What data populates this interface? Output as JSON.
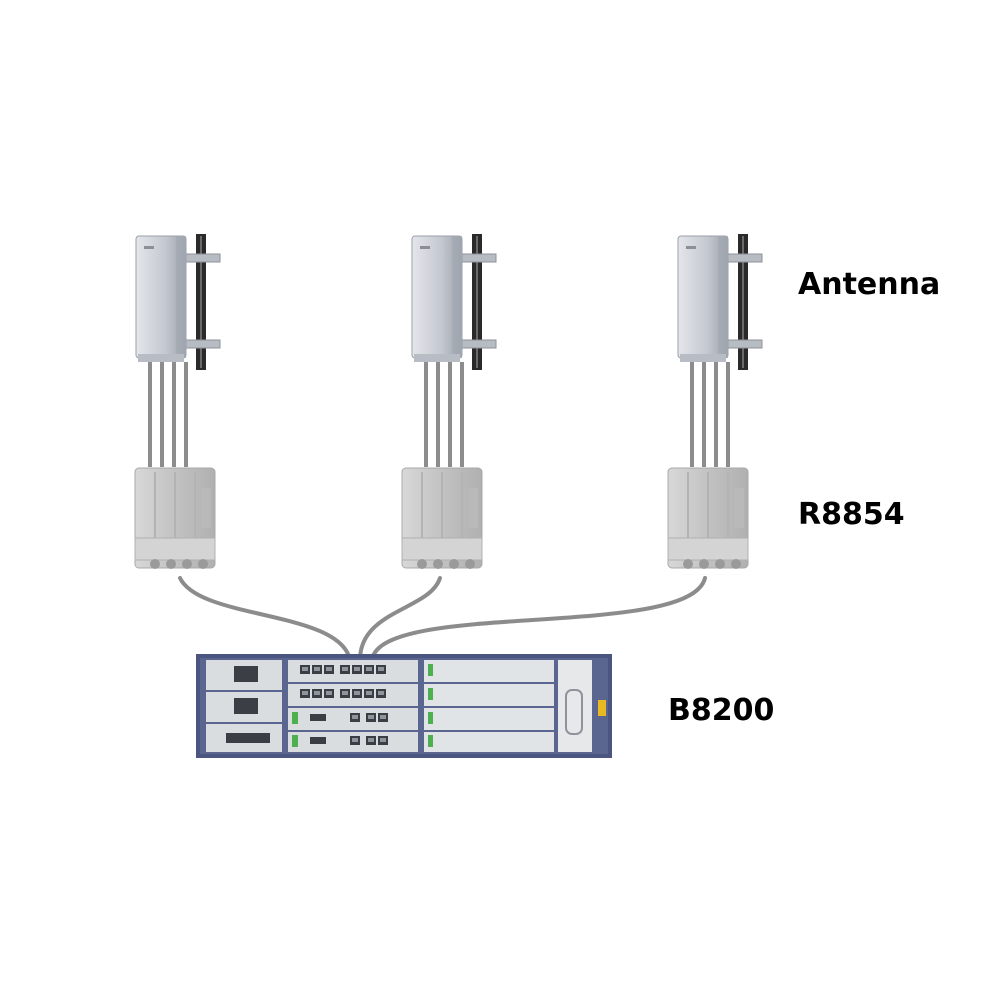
{
  "labels": {
    "antenna": "Antenna",
    "rru": "R8854",
    "bbu": "B8200"
  },
  "colors": {
    "antenna_body": "#c9ccd3",
    "antenna_shade": "#a3a8b1",
    "pole": "#2a2a2a",
    "rru_body": "#c8c8c8",
    "cable": "#8c8c8c",
    "bbu_frame": "#4a5580",
    "bbu_board": "#d9dde0",
    "port": "#3b3f45",
    "led_green": "#4caf50",
    "bbu_accent": "#e8b923"
  },
  "icons": {
    "antenna": "panel-antenna-icon",
    "rru": "remote-radio-unit-icon",
    "bbu": "baseband-unit-chassis-icon"
  }
}
